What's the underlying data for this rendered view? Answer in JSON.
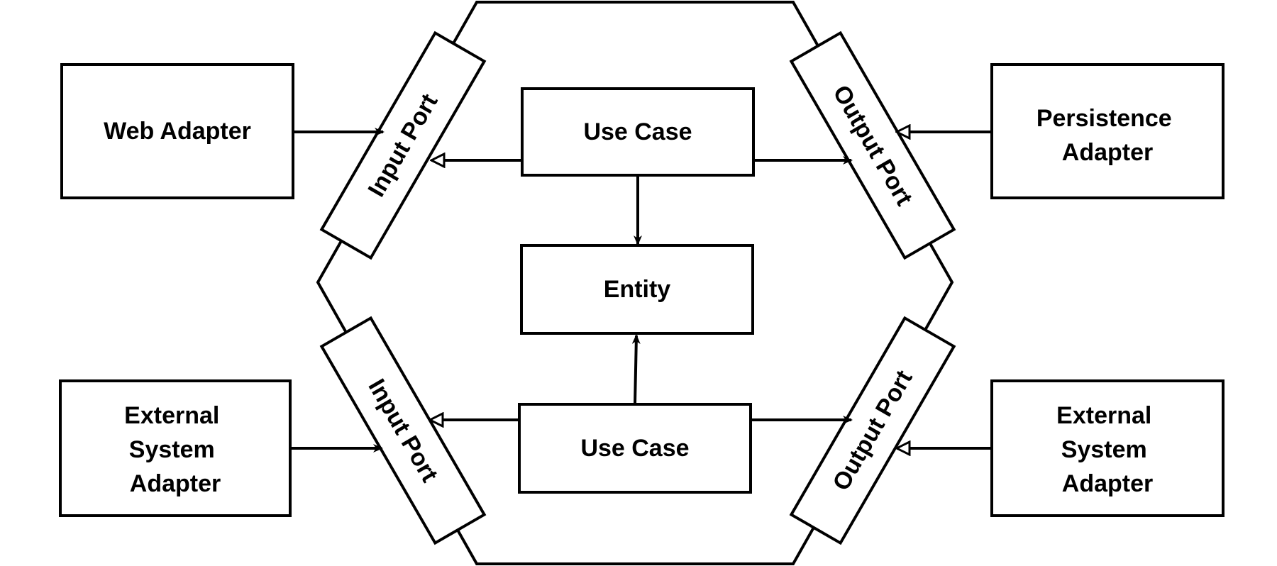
{
  "colors": {
    "stroke": "#000000",
    "background": "#ffffff",
    "text": "#000000"
  },
  "nodes": {
    "web_adapter": "Web Adapter",
    "persistence_adapter": [
      "Persistence",
      "Adapter"
    ],
    "external_adapter_left": [
      "External",
      "System",
      "Adapter"
    ],
    "external_adapter_right": [
      "External",
      "System",
      "Adapter"
    ],
    "use_case_top": "Use Case",
    "use_case_bottom": "Use Case",
    "entity": "Entity",
    "input_port_top": "Input Port",
    "input_port_bottom": "Input Port",
    "output_port_top": "Output Port",
    "output_port_bottom": "Output Port"
  }
}
